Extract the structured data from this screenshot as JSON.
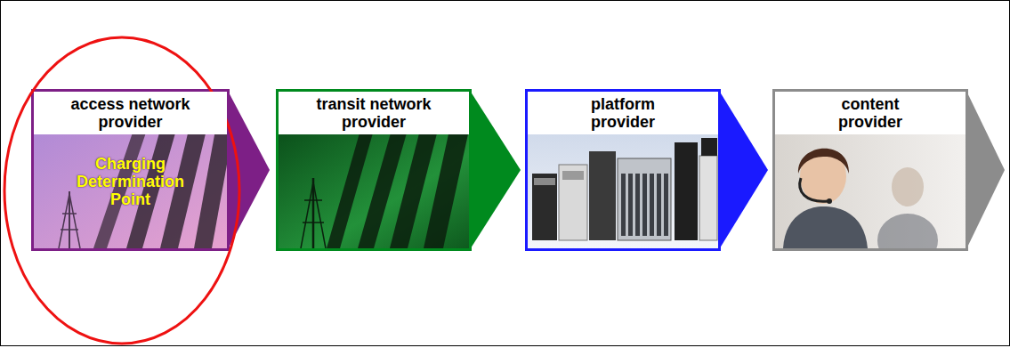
{
  "diagram": {
    "nodes": [
      {
        "text": [
          "access network provider",
          "Charging Determination Point"
        ]
      },
      {
        "text": [
          "transit network provider"
        ]
      },
      {
        "text": [
          "platform provider"
        ]
      },
      {
        "text": [
          "content provider"
        ]
      }
    ]
  }
}
